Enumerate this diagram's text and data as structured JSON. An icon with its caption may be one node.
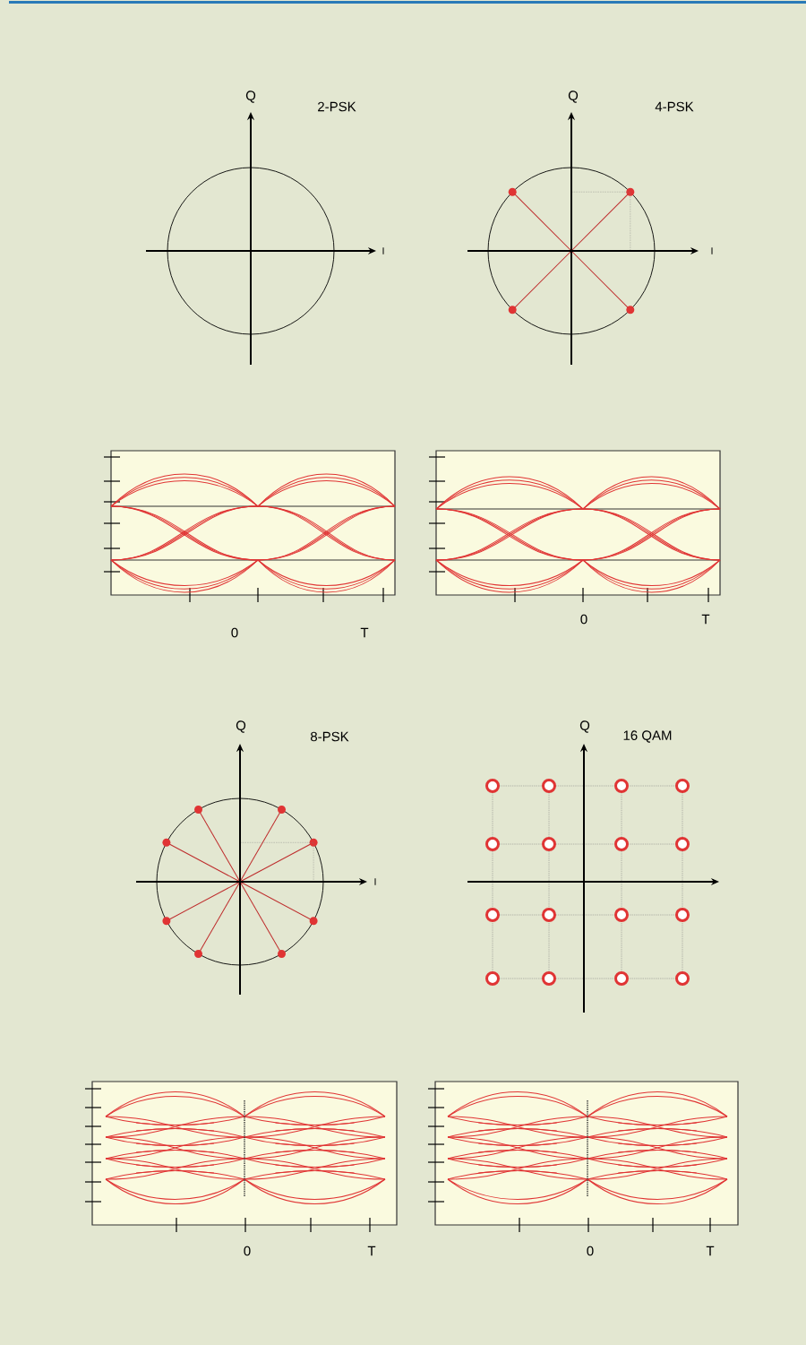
{
  "diagram": {
    "labels": [
      "Q",
      "2-PSK",
      "I",
      "Q",
      "4-PSK",
      "I",
      "0",
      "T",
      "0",
      "T",
      "Q",
      "8-PSK",
      "I",
      "Q",
      "16 QAM",
      "0",
      "T",
      "0",
      "T"
    ]
  }
}
